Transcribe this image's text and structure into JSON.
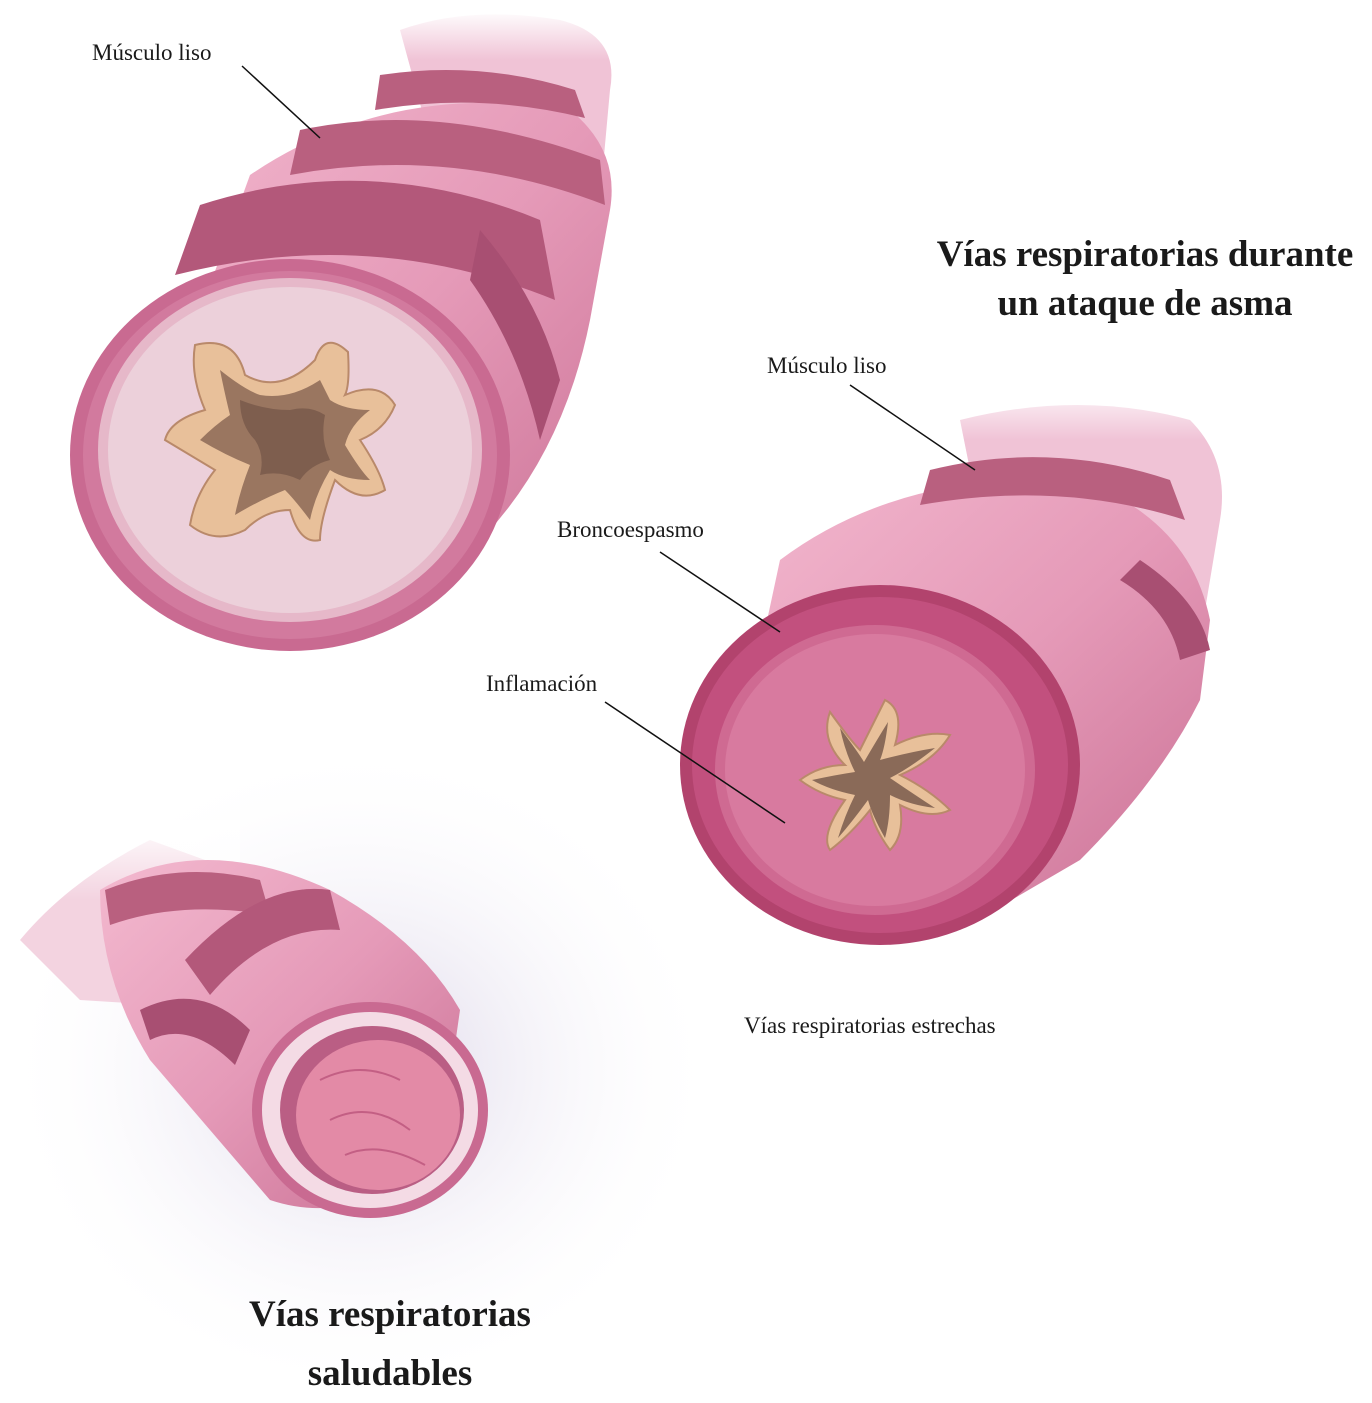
{
  "headings": {
    "asthma_airway": "Vías respiratorias durante un ataque de asma",
    "healthy_airway": "Vías respiratorias saludables"
  },
  "labels": {
    "smooth_muscle_top": "Músculo liso",
    "smooth_muscle_right": "Músculo liso",
    "bronchospasm": "Broncoespasmo",
    "inflammation": "Inflamación",
    "narrow_airways": "Vías respiratorias estrechas"
  },
  "colors": {
    "tissue_pink": "#e59ab8",
    "muscle_band": "#b9607f",
    "wall_dark": "#c2507e",
    "mucus_tan": "#e8c09a",
    "lumen_brown": "#8a6a58",
    "healthy_lumen": "#e38aa6"
  }
}
